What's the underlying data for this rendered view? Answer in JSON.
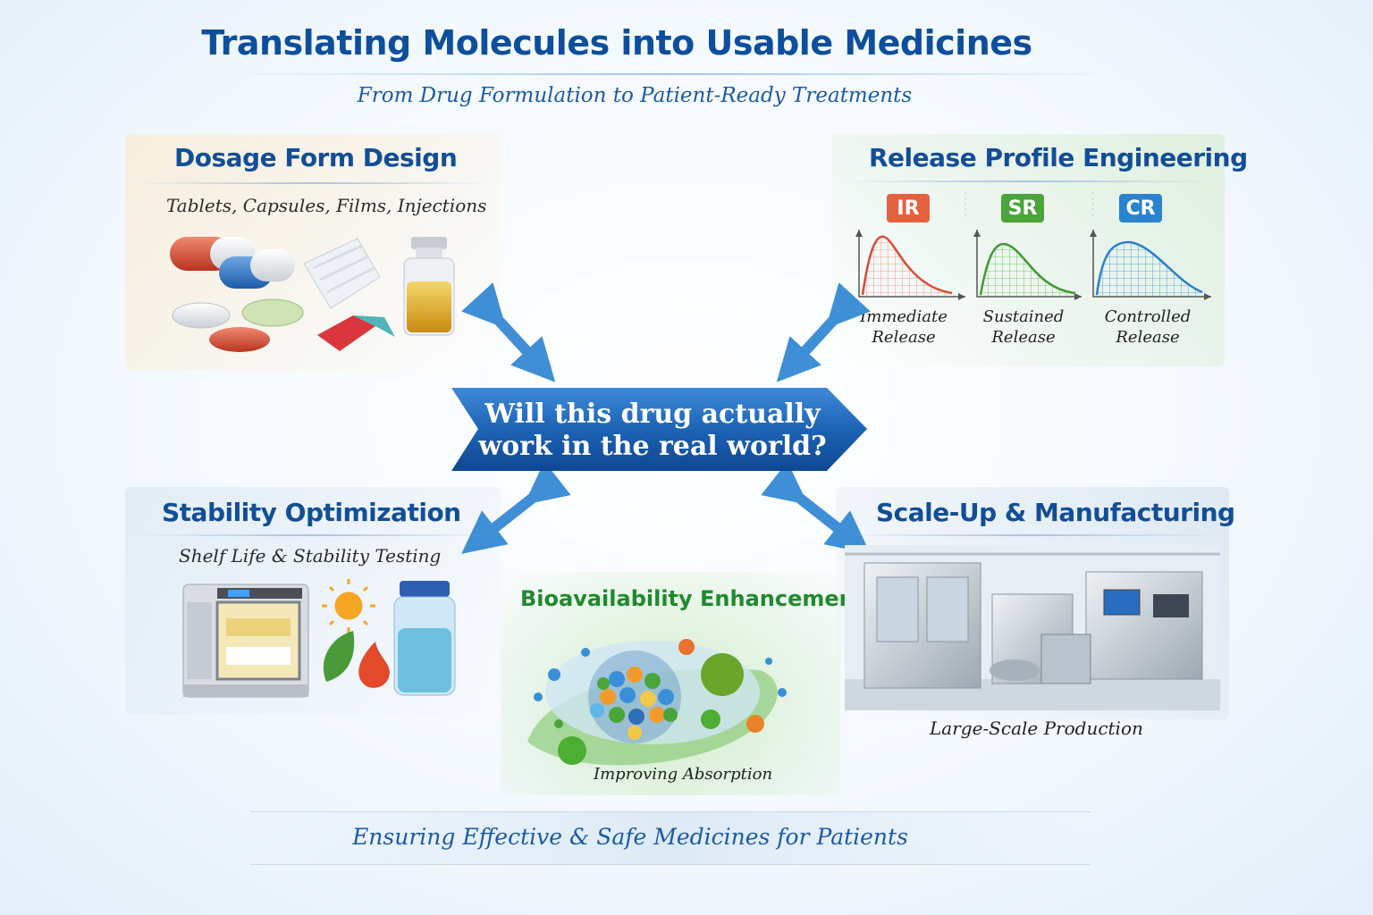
{
  "header": {
    "title": "Translating Molecules into Usable Medicines",
    "subtitle": "From Drug Formulation to Patient-Ready Treatments"
  },
  "center": {
    "question_line1": "Will this drug actually",
    "question_line2": "work in the real world?"
  },
  "sections": {
    "dosage": {
      "title": "Dosage Form Design",
      "subtitle": "Tablets, Capsules, Films, Injections"
    },
    "release": {
      "title": "Release Profile Engineering",
      "profiles": [
        {
          "badge": "IR",
          "line1": "Immediate",
          "line2": "Release",
          "color": "#e4613f"
        },
        {
          "badge": "SR",
          "line1": "Sustained",
          "line2": "Release",
          "color": "#4aa53a"
        },
        {
          "badge": "CR",
          "line1": "Controlled",
          "line2": "Release",
          "color": "#2a83cf"
        }
      ]
    },
    "stability": {
      "title": "Stability Optimization",
      "subtitle": "Shelf Life & Stability Testing"
    },
    "bioavailability": {
      "title": "Bioavailability Enhancement",
      "caption": "Improving Absorption"
    },
    "scaleup": {
      "title": "Scale-Up & Manufacturing",
      "caption": "Large-Scale Production"
    }
  },
  "footer": {
    "text": "Ensuring Effective & Safe Medicines for Patients"
  },
  "colors": {
    "primary_blue": "#0d4f9c",
    "arrow_blue": "#3f8fd6",
    "bio_green": "#1f8a2e",
    "banner_blue": "#1d63b5"
  }
}
